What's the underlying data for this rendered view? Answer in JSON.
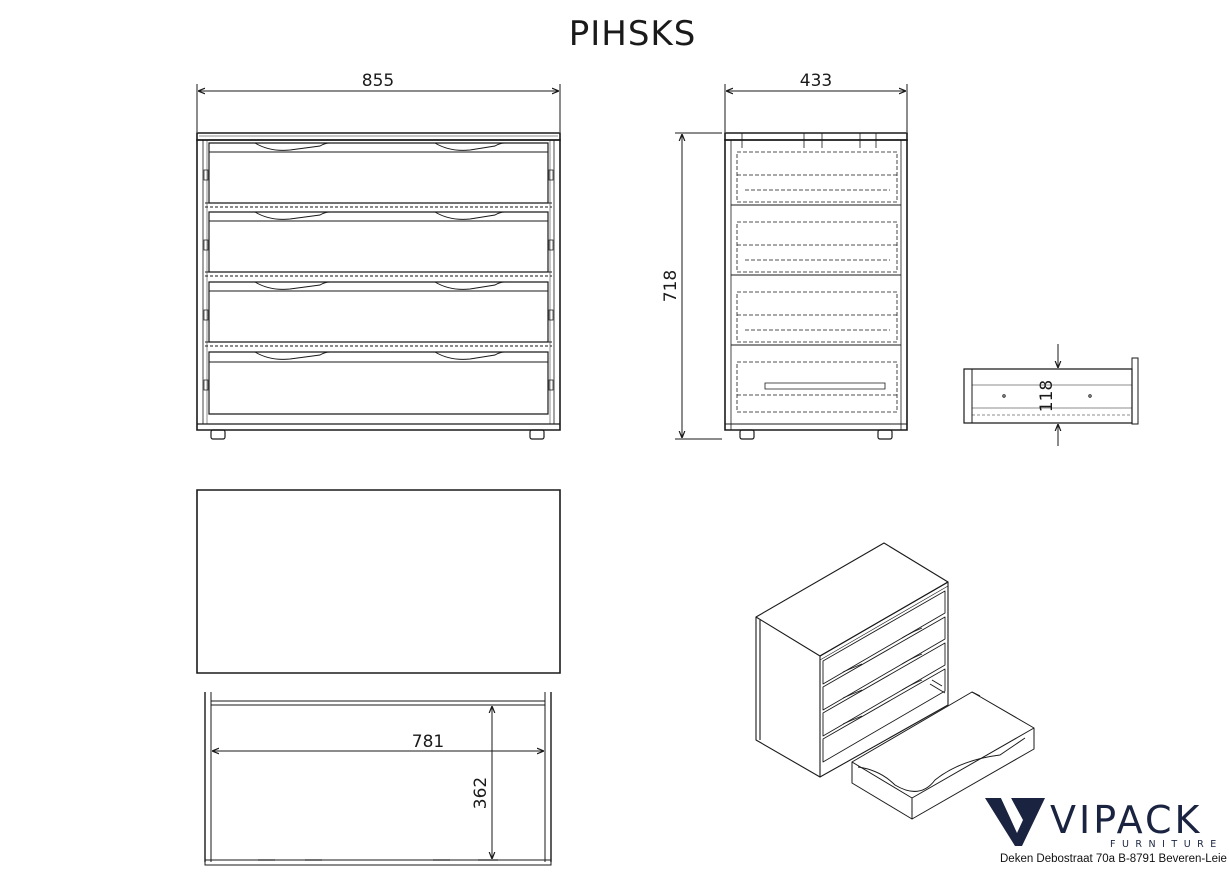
{
  "title": "PIHSKS",
  "dimensions": {
    "width_front": "855",
    "depth_side": "433",
    "height_side": "718",
    "drawer_height": "118",
    "drawer_inner_width": "781",
    "drawer_inner_depth": "362"
  },
  "brand": {
    "name": "VIPACK",
    "sub": "FURNITURE",
    "address": "Deken Debostraat 70a B-8791 Beveren-Leie",
    "logo_color": "#1a2440"
  }
}
